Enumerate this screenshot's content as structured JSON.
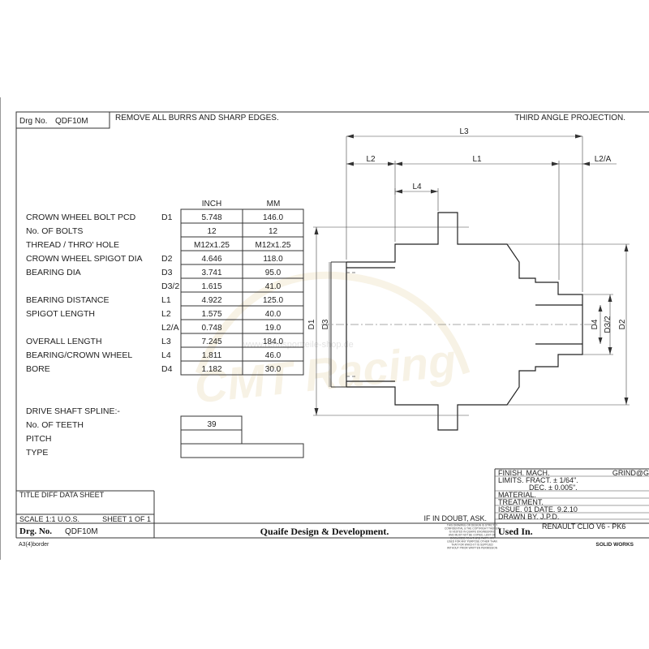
{
  "header": {
    "drg_no_label": "Drg No.",
    "drg_no_value": "QDF10M",
    "note": "REMOVE ALL BURRS AND SHARP EDGES.",
    "projection": "THIRD ANGLE PROJECTION."
  },
  "table": {
    "columns": [
      "INCH",
      "MM"
    ],
    "rows": [
      {
        "label": "CROWN WHEEL BOLT PCD",
        "code": "D1",
        "inch": "5.748",
        "mm": "146.0"
      },
      {
        "label": "No. OF BOLTS",
        "code": "",
        "inch": "12",
        "mm": "12"
      },
      {
        "label": "THREAD / THRO' HOLE",
        "code": "",
        "inch": "M12x1.25",
        "mm": "M12x1.25"
      },
      {
        "label": "CROWN WHEEL SPIGOT DIA",
        "code": "D2",
        "inch": "4.646",
        "mm": "118.0"
      },
      {
        "label": "BEARING DIA",
        "code": "D3",
        "inch": "3.741",
        "mm": "95.0"
      },
      {
        "label": "",
        "code": "D3/2",
        "inch": "1.615",
        "mm": "41.0"
      },
      {
        "label": "BEARING DISTANCE",
        "code": "L1",
        "inch": "4.922",
        "mm": "125.0"
      },
      {
        "label": "SPIGOT LENGTH",
        "code": "L2",
        "inch": "1.575",
        "mm": "40.0"
      },
      {
        "label": "",
        "code": "L2/A",
        "inch": "0.748",
        "mm": "19.0"
      },
      {
        "label": "OVERALL LENGTH",
        "code": "L3",
        "inch": "7.245",
        "mm": "184.0"
      },
      {
        "label": "BEARING/CROWN WHEEL",
        "code": "L4",
        "inch": "1.811",
        "mm": "46.0"
      },
      {
        "label": "BORE",
        "code": "D4",
        "inch": "1.182",
        "mm": "30.0"
      }
    ]
  },
  "spline": {
    "title": "DRIVE SHAFT SPLINE:-",
    "teeth_label": "No. OF TEETH",
    "teeth_value": "39",
    "pitch_label": "PITCH",
    "pitch_value": "",
    "type_label": "TYPE",
    "type_value": ""
  },
  "drawing": {
    "dims": [
      "L3",
      "L2",
      "L1",
      "L2/A",
      "L4",
      "D1",
      "D3",
      "D4",
      "D3/2",
      "D2"
    ]
  },
  "watermark": {
    "text": "CMT Racing",
    "url": "www.rennsportteile-shop.de"
  },
  "title_block": {
    "title": "TITLE  DIFF DATA SHEET",
    "scale": "SCALE 1:1 U.O.S.",
    "sheet": "SHEET 1 OF 1",
    "drg_label": "Drg. No.",
    "drg_value": "QDF10M",
    "company": "Quaife Design & Development.",
    "if_in_doubt": "IF IN DOUBT, ASK.",
    "finish": "FINISH. MACH.",
    "finish_value": "GRIND@G",
    "limits": "LIMITS. FRACT. ± 1/64\".",
    "dec": "DEC. ± 0.005\".",
    "material": "MATERIAL.",
    "treatment": "TREATMENT.",
    "issue": "ISSUE. 01   DATE. 9.2.10",
    "drawn": "DRAWN BY. J.P.D.",
    "used_in_label": "Used In.",
    "used_in_value": "RENAULT CLIO V6 - PK6",
    "border": "A3(4)border",
    "software": "SOLID WORKS",
    "copyright": [
      "THIS DRAWING OR DESIGN IS STRICTLY",
      "CONFIDENTIAL & THE COPYRIGHT THEREIN",
      "IS VESTED IN QUAIFE ENGINEERING",
      "AND MUST NOT BE COPIED, LENT OR",
      "DISCLOSED TO A THIRD PARTY OR",
      "USED FOR ANY PURPOSE OTHER THAN",
      "THAT FOR WHICH IT IS SUPPLIED",
      "WITHOUT PRIOR WRITTEN PERMISSION"
    ]
  }
}
